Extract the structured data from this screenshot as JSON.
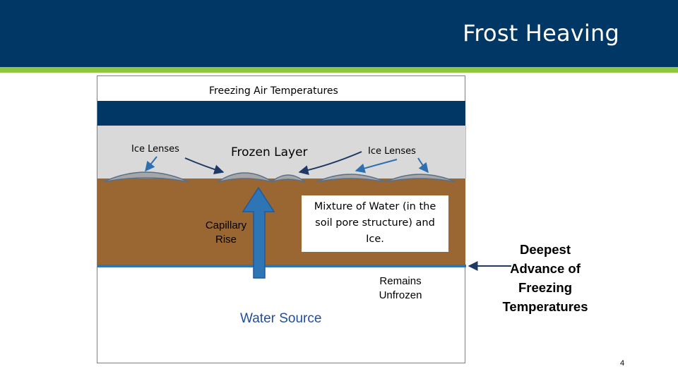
{
  "slide": {
    "title": "Frost Heaving",
    "page_number": "4"
  },
  "diagram": {
    "air_label": "Freezing Air Temperatures",
    "ice_lenses_left": "Ice Lenses",
    "frozen_layer": "Frozen Layer",
    "ice_lenses_right": "Ice Lenses",
    "mixture_line1": "Mixture of Water (in the",
    "mixture_line2": "soil pore structure) and",
    "mixture_line3": "Ice.",
    "capillary_line1": "Capillary",
    "capillary_line2": "Rise",
    "remains_line1": "Remains",
    "remains_line2": "Unfrozen",
    "water_source": "Water Source",
    "deepest_line1": "Deepest",
    "deepest_line2": "Advance of",
    "deepest_line3": "Freezing",
    "deepest_line4": "Temperatures"
  },
  "colors": {
    "header": "#003764",
    "accent": "#8dc63f",
    "frozen_layer": "#d9d9d9",
    "soil": "#9a6733",
    "water_blue": "#2e75b6",
    "water_source_text": "#1f4e9a",
    "ice_lens": "#a6a6a6"
  }
}
